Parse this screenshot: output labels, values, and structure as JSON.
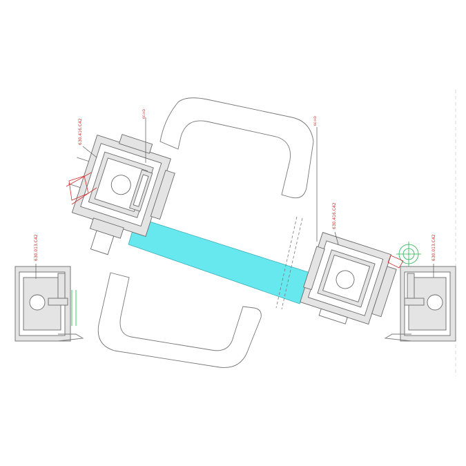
{
  "labels": {
    "sash_left": "630.416.C42",
    "sash_right": "630.416.C42",
    "frame_left": "630.013.C42",
    "frame_right": "630.013.C42",
    "seal_left": "60.HD",
    "seal_right": "60.HD"
  },
  "colors": {
    "glazing": "#66e8ee",
    "annotation": "#d22a2a",
    "gasket": "#1fb34a",
    "profile": "#e4e4e4"
  }
}
